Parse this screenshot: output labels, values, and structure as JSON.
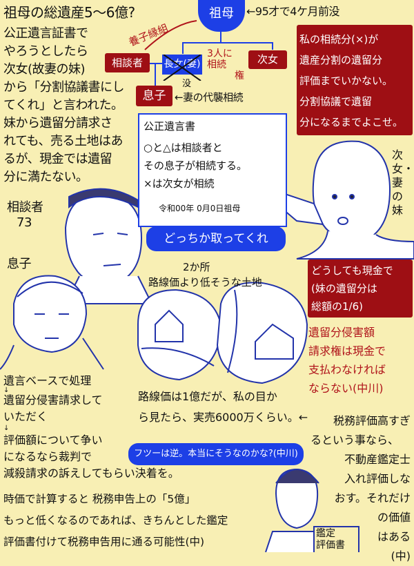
{
  "title": "祖母の総遺産5〜6億?",
  "intro_lines": [
    "公正遺言証書で",
    "やろうとしたら",
    "次女(故妻の妹)",
    "から「分割協議書にし",
    "てくれ」と言われた。",
    "妹から遺留分請求さ",
    "れても、売る土地はあ",
    "るが、現金では遺留",
    "分に満たない。"
  ],
  "family_tree": {
    "grandmother": "祖母",
    "grandmother_note": "←95才で4ケ月前没",
    "adoption": "養子縁組",
    "consultant": "相談者",
    "eldest_daughter": "長女(妻)",
    "deceased": "没",
    "inheritance_rights": [
      "3人に",
      "相続",
      "権"
    ],
    "second_daughter": "次女",
    "son": "息子",
    "son_note": "←妻の代襲相続"
  },
  "sister_claim": [
    "私の相続分(×)が",
    "遺産分割の遺留分",
    "評価までいかない。",
    "分割協議で遺留",
    "分になるまでよこせ。"
  ],
  "will": {
    "title": "公正遺言書",
    "lines": [
      "○と△は相談者と",
      "その息子が相続する。",
      "×は次女が相続"
    ],
    "date": "令和00年 0月0日祖母"
  },
  "take_either": "どっちか取ってくれ",
  "sister_label": "次女・妻の妹",
  "consultant_label": [
    "相談者",
    "73"
  ],
  "son_label": "息子",
  "land_caption": [
    "2か所",
    "路線価より低そうな土地"
  ],
  "cash_demand": [
    "どうしても現金で",
    "(妹の遺留分は",
    "総額の1/6)"
  ],
  "lawyer_note": [
    "遺留分侵害額",
    "請求権は現金で",
    "支払わなければ",
    "ならない(中川)"
  ],
  "advice_left": [
    "遺言ベースで処理",
    "↓",
    "遺留分侵害請求して",
    "いただく",
    "↓",
    "評価額について争い",
    "になるなら裁判で",
    "減殺請求の訴えしてもらい決着を。"
  ],
  "land_value": [
    "路線価は1億だが、私の目か",
    "ら見たら、実売6000万くらい。←"
  ],
  "usually_reverse": "フツーは逆。本当にそうなのかな?(中川)",
  "appraisal_advice": [
    "税務評価高すぎ",
    "るという事なら、",
    "不動産鑑定士",
    "入れ評価しな",
    "おす。それだけ",
    "の価値",
    "はある",
    "(中)"
  ],
  "bottom_lines": [
    "時価で計算すると 税務申告上の「5億」",
    "もっと低くなるのであれば、きちんとした鑑定",
    "評価書付けて税務申告用に通る可能性(中)"
  ],
  "appraisal_document": [
    "鑑定",
    "評価書"
  ],
  "colors": {
    "background": "#f8efb4",
    "red": "#9e0f14",
    "blue": "#1d3fe6"
  }
}
